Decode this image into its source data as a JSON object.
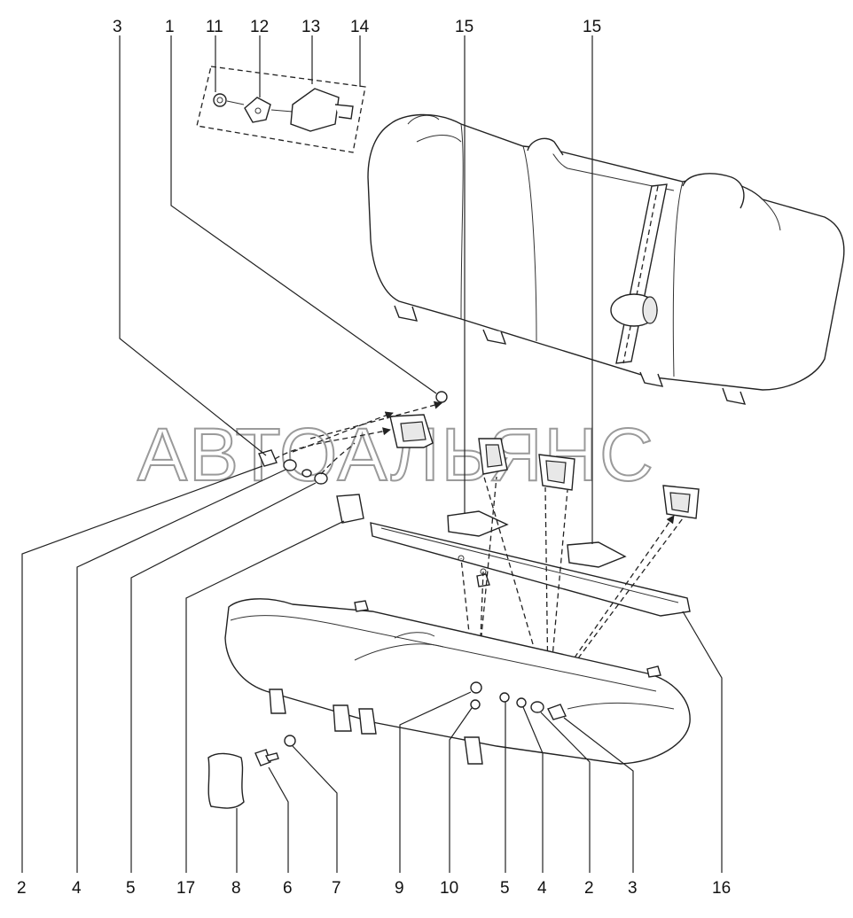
{
  "watermark": "АВТОАЛЬЯНС",
  "callouts": {
    "top": [
      "3",
      "1",
      "11",
      "12",
      "13",
      "14",
      "15",
      "15"
    ],
    "bottom": [
      "2",
      "4",
      "5",
      "17",
      "8",
      "6",
      "7",
      "9",
      "10",
      "5",
      "4",
      "2",
      "3",
      "16"
    ]
  }
}
